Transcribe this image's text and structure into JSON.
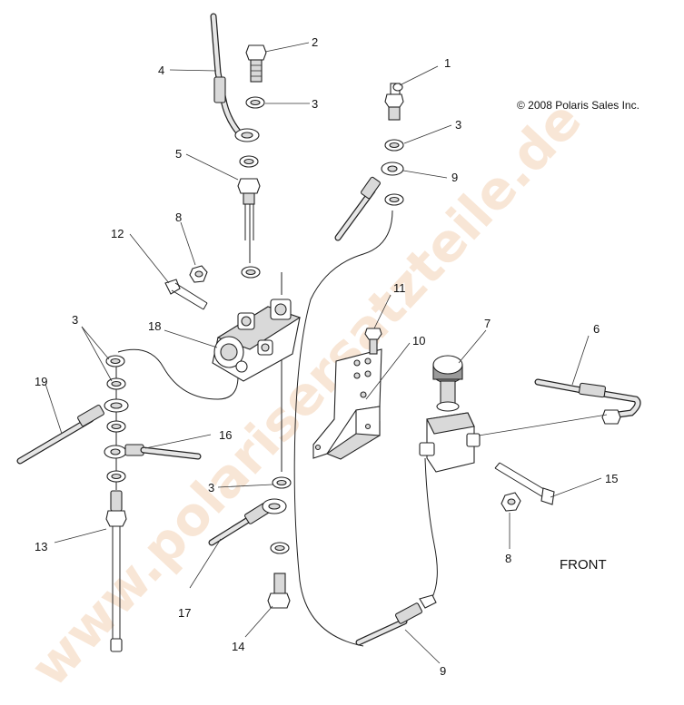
{
  "copyright": "© 2008 Polaris Sales Inc.",
  "orientation_label": "FRONT",
  "watermark": "www.polarisersatzteile.de",
  "callouts": {
    "c1": "1",
    "c2": "2",
    "c3a": "3",
    "c3b": "3",
    "c3c": "3",
    "c3d": "3",
    "c4": "4",
    "c5": "5",
    "c6": "6",
    "c7": "7",
    "c8a": "8",
    "c8b": "8",
    "c9a": "9",
    "c9b": "9",
    "c10": "10",
    "c11": "11",
    "c12": "12",
    "c13": "13",
    "c14": "14",
    "c15": "15",
    "c16": "16",
    "c17": "17",
    "c18": "18",
    "c19": "19"
  }
}
